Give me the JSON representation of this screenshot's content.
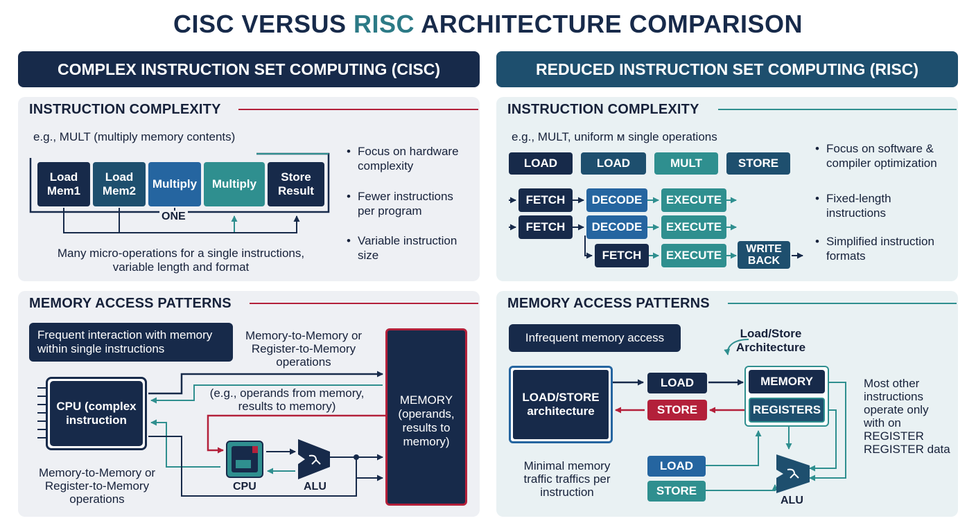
{
  "title": {
    "part1": "CISC VERSUS ",
    "part2": "RISC",
    "part3": " ARCHITECTURE COMPARISON"
  },
  "cisc": {
    "banner": "COMPLEX INSTRUCTION SET COMPUTING (CISC)",
    "complexity": {
      "heading": "INSTRUCTION COMPLEXITY",
      "example": "e.g., MULT (multiply memory contents)",
      "ops": [
        "Load Mem1",
        "Load Mem2",
        "Multiply",
        "Multiply",
        "Store Result"
      ],
      "one_label": "ONE",
      "caption_l1": "Many micro-operations for a single instructions,",
      "caption_l2": "variable length and format",
      "bullets": [
        "Focus on hardware complexity",
        "Fewer instructions per program",
        "Variable instruction size"
      ]
    },
    "memory": {
      "heading": "MEMORY ACCESS PATTERNS",
      "note": "Frequent interaction with memory within single instructions",
      "ops_label": "Memory-to-Memory or Register-to-Memory operations",
      "example": "(e.g., operands from memory, results to memory)",
      "cpu_box": "CPU (complex instruction",
      "memory_box": "MEMORY (operands, results to memory)",
      "cpu_chip_label": "CPU",
      "alu_label": "ALU",
      "bottom_label": "Memory-to-Memory or Register-to-Memory operations"
    }
  },
  "risc": {
    "banner": "REDUCED INSTRUCTION SET COMPUTING (RISC)",
    "complexity": {
      "heading": "INSTRUCTION COMPLEXITY",
      "example": "e.g., MULT, uniform м single operations",
      "instr": [
        "LOAD",
        "LOAD",
        "MULT",
        "STORE"
      ],
      "pipeline": {
        "fetch": "FETCH",
        "decode": "DECODE",
        "execute": "EXECUTE",
        "write_back": "WRITE BACK"
      },
      "bullets": [
        "Focus on software & compiler optimization",
        "Fixed-length instructions",
        "Simplified instruction formats"
      ]
    },
    "memory": {
      "heading": "MEMORY ACCESS PATTERNS",
      "note": "Infrequent memory access",
      "arch_label": "Load/Store Architecture",
      "ls_box": "LOAD/STORE architecture",
      "load": "LOAD",
      "store": "STORE",
      "memory": "MEMORY",
      "registers": "REGISTERS",
      "alu_label": "ALU",
      "minimal": "Minimal memory traffic traffics per instruction",
      "side_note": "Most other instructions operate only with on REGISTER REGISTER data"
    }
  },
  "colors": {
    "navy": "#172a4a",
    "blue": "#2565a0",
    "teal": "#2f8f8f",
    "red": "#b3203a",
    "panel_l": "#eef0f4",
    "panel_r": "#e9f1f3"
  }
}
